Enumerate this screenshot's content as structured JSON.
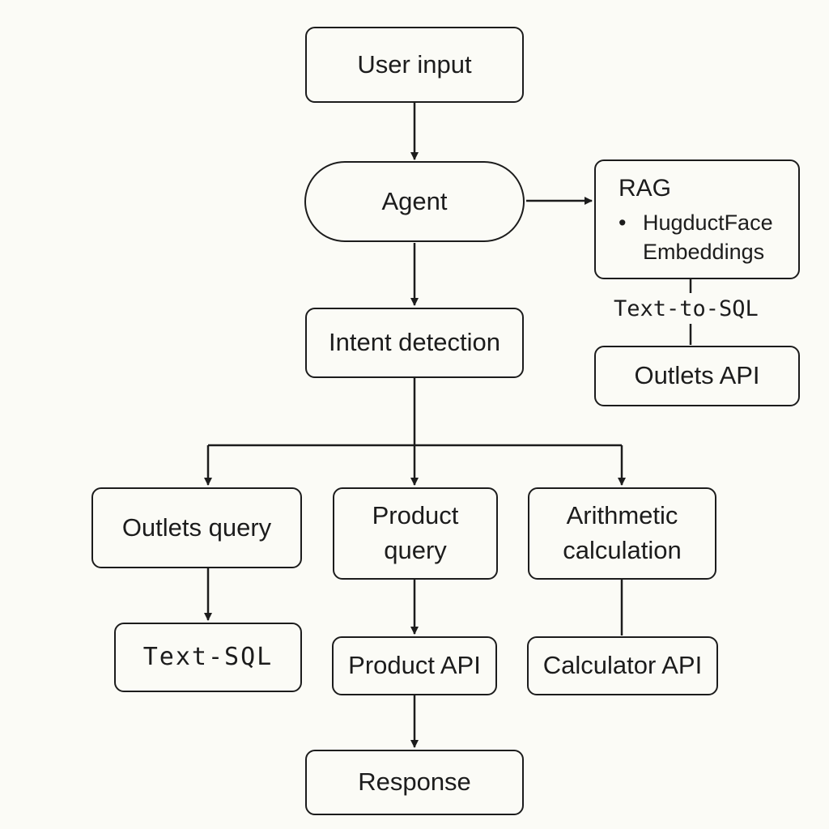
{
  "nodes": {
    "user_input": "User input",
    "agent": "Agent",
    "intent_detection": "Intent detection",
    "rag": {
      "title": "RAG",
      "bullet": "•",
      "item_line1": "HugductFace",
      "item_line2": "Embeddings"
    },
    "outlets_api": "Outlets API",
    "outlets_query": "Outlets query",
    "product_query_line1": "Product",
    "product_query_line2": "query",
    "arithmetic_line1": "Arithmetic",
    "arithmetic_line2": "calculation",
    "text_sql": "Text-SQL",
    "product_api": "Product API",
    "calculator_api": "Calculator API",
    "response": "Response"
  },
  "edge_labels": {
    "rag_to_outlets": "Text-to-SQL"
  },
  "colors": {
    "background": "#fbfbf6",
    "stroke": "#1c1c1c"
  }
}
